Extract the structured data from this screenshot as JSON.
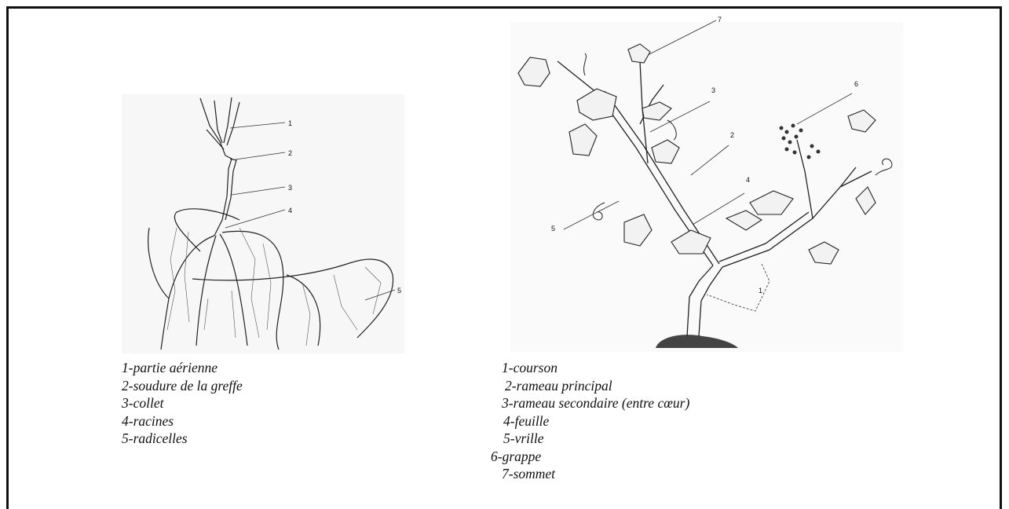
{
  "left_diagram": {
    "callouts": [
      "1",
      "2",
      "3",
      "4",
      "5"
    ],
    "legend": [
      "1-partie aérienne",
      "2-soudure de la greffe",
      "3-collet",
      "4-racines",
      "5-radicelles"
    ]
  },
  "right_diagram": {
    "callouts": [
      "1",
      "2",
      "3",
      "4",
      "5",
      "6",
      "7"
    ],
    "legend": [
      "1-courson",
      "2-rameau principal",
      "3-rameau secondaire (entre cœur)",
      "4-feuille",
      "5-vrille",
      "6-grappe",
      "7-sommet"
    ]
  }
}
